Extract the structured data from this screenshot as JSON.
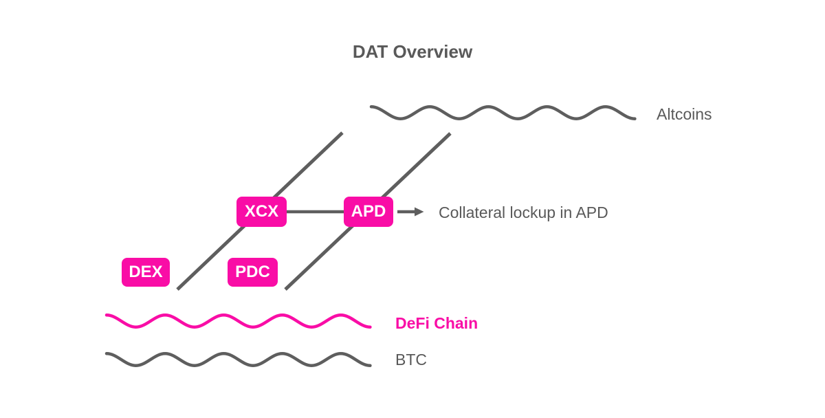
{
  "title": "DAT Overview",
  "nodes": [
    {
      "id": "dex",
      "label": "DEX"
    },
    {
      "id": "pdc",
      "label": "PDC"
    },
    {
      "id": "xcx",
      "label": "XCX"
    },
    {
      "id": "apd",
      "label": "APD"
    }
  ],
  "annotation": {
    "collateral_label": "Collateral lockup in APD"
  },
  "chains": [
    {
      "id": "altcoins",
      "label": "Altcoins",
      "color": "#5E5E5E",
      "style": "wavy"
    },
    {
      "id": "defichain",
      "label": "DeFi Chain",
      "color": "#F90DA6",
      "style": "wavy"
    },
    {
      "id": "btc",
      "label": "BTC",
      "color": "#5E5E5E",
      "style": "wavy"
    }
  ],
  "edges": [
    {
      "from": "dex-area",
      "to": "altcoins",
      "via": "xcx"
    },
    {
      "from": "pdc-area",
      "to": "altcoins",
      "via": "apd"
    },
    {
      "from": "xcx",
      "to": "apd"
    },
    {
      "from": "apd",
      "to": "collateral-annotation",
      "arrow": true
    }
  ],
  "colors": {
    "accent_pink": "#F90DA6",
    "line_gray": "#5E5E5E",
    "text_gray": "#595959",
    "node_text": "#FFFFFF",
    "background": "#FFFFFF"
  }
}
